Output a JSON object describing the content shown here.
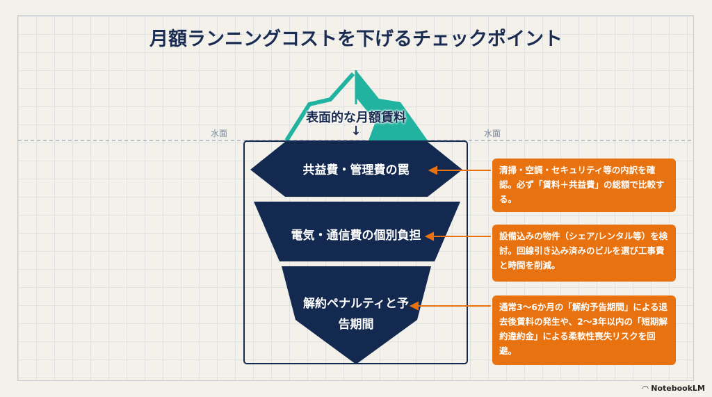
{
  "title": "月額ランニングコストを下げるチェックポイント",
  "water_label": "水面",
  "surface_label": "表面的な月額賃料",
  "surface_arrow": "↓",
  "layers": [
    {
      "label": "共益費・管理費の罠",
      "note": "清掃・空調・セキュリティ等の内訳を確認。必ず「賃料＋共益費」の総額で比較する。"
    },
    {
      "label": "電気・通信費の個別負担",
      "note": "設備込みの物件（シェア/レンタル等）を検討。回線引き込み済みのビルを選び工事費と時間を削減。"
    },
    {
      "label": "解約ペナルティと予告期間",
      "note": "通常3〜6か月の「解約予告期間」による退去後賃料の発生や、2〜3年以内の「短期解約違約金」による柔軟性喪失リスクを回避。"
    }
  ],
  "watermark": "NotebookLM",
  "colors": {
    "navy": "#13294f",
    "teal": "#22b3a0",
    "orange": "#e8720f"
  }
}
